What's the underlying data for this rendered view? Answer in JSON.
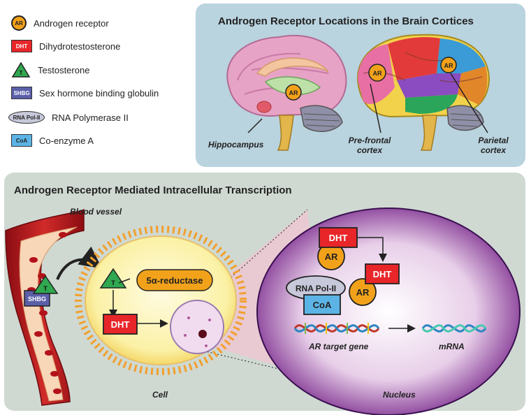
{
  "legend": {
    "items": [
      {
        "symbol": "AR",
        "label": "Androgen receptor"
      },
      {
        "symbol": "DHT",
        "label": "Dihydrotestosterone"
      },
      {
        "symbol": "T",
        "label": "Testosterone"
      },
      {
        "symbol": "SHBG",
        "label": "Sex hormone binding globulin"
      },
      {
        "symbol": "RNA Pol-II",
        "label": "RNA Polymerase II"
      },
      {
        "symbol": "CoA",
        "label": "Co-enzyme A"
      }
    ]
  },
  "brain_panel": {
    "title": "Androgen Receptor Locations in the Brain Cortices",
    "ar_badge": "AR",
    "captions": {
      "hippocampus": "Hippocampus",
      "prefrontal_line1": "Pre-frontal",
      "prefrontal_line2": "cortex",
      "parietal_line1": "Parietal",
      "parietal_line2": "cortex"
    }
  },
  "transcription_panel": {
    "title": "Androgen Receptor Mediated Intracellular Transcription",
    "blood_vessel_label": "Blood vessel",
    "t_symbol": "T",
    "shbg_symbol": "SHBG",
    "enzyme": "5α-reductase",
    "dht": "DHT",
    "ar": "AR",
    "rna_pol": "RNA Pol-II",
    "coa": "CoA",
    "ar_target_gene": "AR target gene",
    "mrna": "mRNA",
    "cell_label": "Cell",
    "nucleus_label": "Nucleus"
  },
  "colors": {
    "ar": "#f2a21a",
    "dht": "#e8262a",
    "testosterone": "#2fa84f",
    "shbg": "#5b5fa8",
    "rna_pol": "#c7c8da",
    "coa": "#5bb4e5",
    "nucleus": "#7a2a8c"
  }
}
